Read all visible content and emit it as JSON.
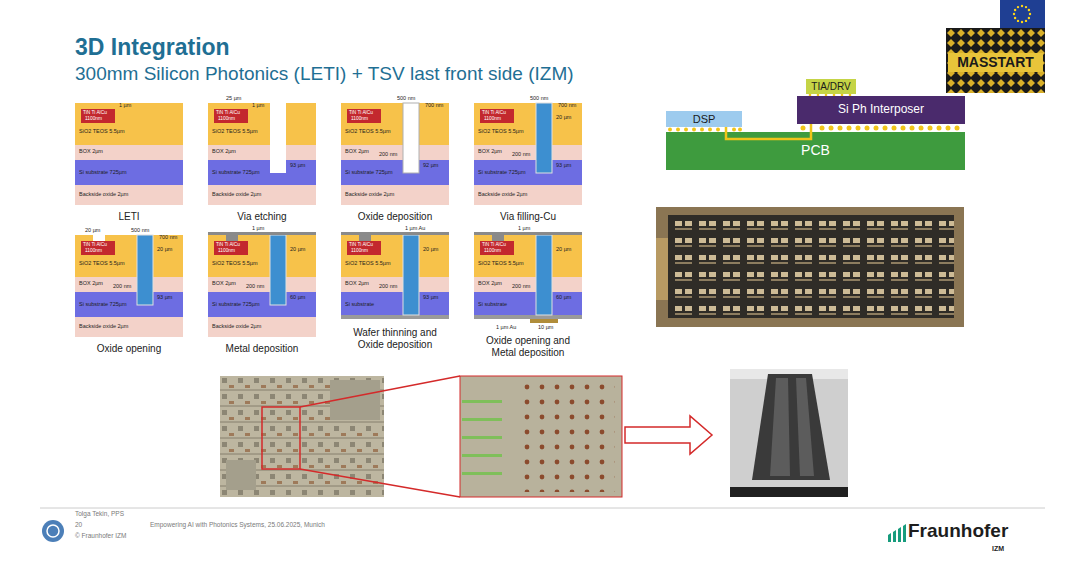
{
  "diagram": {
    "title": "3D Integration",
    "nodes": [
      {
        "text": [
          "TIA/DRV"
        ]
      },
      {
        "text": [
          "DSP"
        ]
      },
      {
        "text": [
          "Si Ph Interposer"
        ]
      },
      {
        "text": [
          "PCB"
        ]
      }
    ],
    "edges": [
      {
        "from": 1,
        "to": 2,
        "arrow": "none"
      }
    ],
    "labels": [
      "300mm Silicon Photonics (LETI) + TSV last front side (IZM)",
      "1 µm",
      "TiN Ti AlCu",
      "1100nm",
      "SiO2 TEOS 5.5µm",
      "BOX 2µm",
      "Si substrate 725µm",
      "Backside oxide 2µm",
      "LETI",
      "25 µm",
      "1 µm",
      "TiN Ti AlCu",
      "1100nm",
      "SiO2 TEOS 5.5µm",
      "BOX 2µm",
      "Si substrate 725µm",
      "93 µm",
      "Backside oxide 2µm",
      "Via etching",
      "500 nm",
      "700 nm",
      "TiN Ti AlCu",
      "1100nm",
      "SiO2 TEOS 5.5µm",
      "BOX 2µm",
      "200 nm",
      "Si substrate 725µm",
      "92 µm",
      "Backside oxide 2µm",
      "Oxide deposition",
      "500 nm",
      "700 nm",
      "TiN Ti AlCu",
      "1100nm",
      "20 µm",
      "SiO2 TEOS 5.5µm",
      "BOX 2µm",
      "200 nm",
      "Si substrate 725µm",
      "93 µm",
      "Backside oxide 2µm",
      "Via filling-Cu",
      "20 µm",
      "500 nm",
      "700 nm",
      "TiN Ti AlCu",
      "1100nm",
      "SiO2 TEOS 5.5µm",
      "20 µm",
      "BOX 2µm",
      "200 nm",
      "Si substrate 725µm",
      "93 µm",
      "Backside oxide 2µm",
      "Oxide opening",
      "1 µm",
      "TiN Ti AlCu",
      "1100nm",
      "SiO2 TEOS 5.5µm",
      "20 µm",
      "BOX 2µm",
      "200 nm",
      "Si substrate 725µm",
      "60 µm",
      "Backside oxide 2µm",
      "Metal deposition",
      "1 µm Au",
      "TiN Ti AlCu",
      "1100nm",
      "SiO2 TEOS 5.5µm",
      "20 µm",
      "BOX 2µm",
      "200 nm",
      "Si substrate",
      "93 µm",
      "Wafer thinning and Oxide deposition",
      "1 µm",
      "TiN Ti AlCu",
      "1100nm",
      "SiO2 TEOS 5.5µm",
      "20 µm",
      "BOX 2µm",
      "200 nm",
      "Si substrate",
      "60 µm",
      "1 µm Au",
      "10 µm",
      "Oxide opening and Metal deposition",
      "MASSTART",
      "Tolga Tekin, PPS",
      "20",
      "Empowering AI with Photonics Systems, 25.06.2025, Munich",
      "© Fraunhofer IZM",
      "Fraunhofer",
      "IZM"
    ]
  }
}
